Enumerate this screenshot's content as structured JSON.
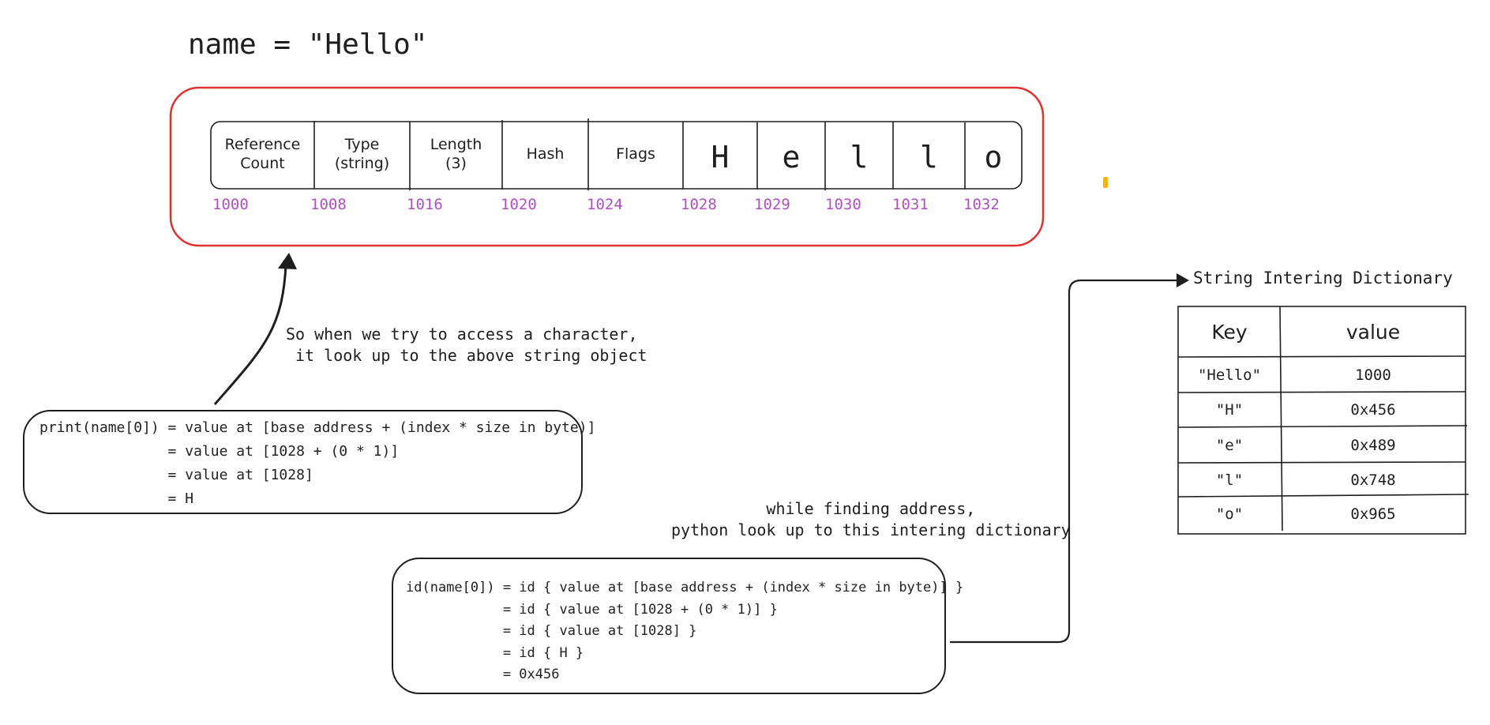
{
  "title": "name = \"Hello\"",
  "memory_cells": [
    {
      "label": "Reference\nCount",
      "address": "1000"
    },
    {
      "label": "Type\n(string)",
      "address": "1008"
    },
    {
      "label": "Length\n(3)",
      "address": "1016"
    },
    {
      "label": "Hash",
      "address": "1020"
    },
    {
      "label": "Flags",
      "address": "1024"
    },
    {
      "label": "H",
      "address": "1028"
    },
    {
      "label": "e",
      "address": "1029"
    },
    {
      "label": "l",
      "address": "1030"
    },
    {
      "label": "l",
      "address": "1031"
    },
    {
      "label": "o",
      "address": "1032"
    }
  ],
  "access_note": "So when we try to access a character,\n it look up to the above string object",
  "print_code": "print(name[0]) = value at [base address + (index * size in byte)]\n               = value at [1028 + (0 * 1)]\n               = value at [1028]\n               = H",
  "lookup_note": "while finding address,\npython look up to this intering dictionary",
  "id_code": "id(name[0]) = id { value at [base address + (index * size in byte)] }\n            = id { value at [1028 + (0 * 1)] }\n            = id { value at [1028] }\n            = id { H }\n            = 0x456",
  "dictionary": {
    "title": "String Intering Dictionary",
    "headers": [
      "Key",
      "value"
    ],
    "rows": [
      [
        "\"Hello\"",
        "1000"
      ],
      [
        "\"H\"",
        "0x456"
      ],
      [
        "\"e\"",
        "0x489"
      ],
      [
        "\"l\"",
        "0x748"
      ],
      [
        "\"o\"",
        "0x965"
      ]
    ]
  },
  "colors": {
    "object_border": "#e03131",
    "address_text": "#b04fc4",
    "stroke": "#1e1e1e",
    "marker": "#fab005"
  }
}
